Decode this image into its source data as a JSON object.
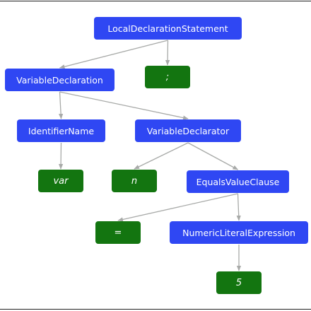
{
  "diagram": {
    "colors": {
      "syntax_node": "#2f47f3",
      "token_node": "#137510",
      "edge": "#a8aaa8"
    },
    "nodes": {
      "local_declaration_statement": "LocalDeclarationStatement",
      "semicolon": ";",
      "variable_declaration": "VariableDeclaration",
      "identifier_name": "IdentifierName",
      "variable_declarator": "VariableDeclarator",
      "var_keyword": "var",
      "identifier_n": "n",
      "equals_value_clause": "EqualsValueClause",
      "equals_token": "=",
      "numeric_literal_expression": "NumericLiteralExpression",
      "numeric_literal_5": "5"
    },
    "edges": [
      [
        "local_declaration_statement",
        "variable_declaration"
      ],
      [
        "local_declaration_statement",
        "semicolon"
      ],
      [
        "variable_declaration",
        "identifier_name"
      ],
      [
        "variable_declaration",
        "variable_declarator"
      ],
      [
        "identifier_name",
        "var_keyword"
      ],
      [
        "variable_declarator",
        "identifier_n"
      ],
      [
        "variable_declarator",
        "equals_value_clause"
      ],
      [
        "equals_value_clause",
        "equals_token"
      ],
      [
        "equals_value_clause",
        "numeric_literal_expression"
      ],
      [
        "numeric_literal_expression",
        "numeric_literal_5"
      ]
    ]
  }
}
